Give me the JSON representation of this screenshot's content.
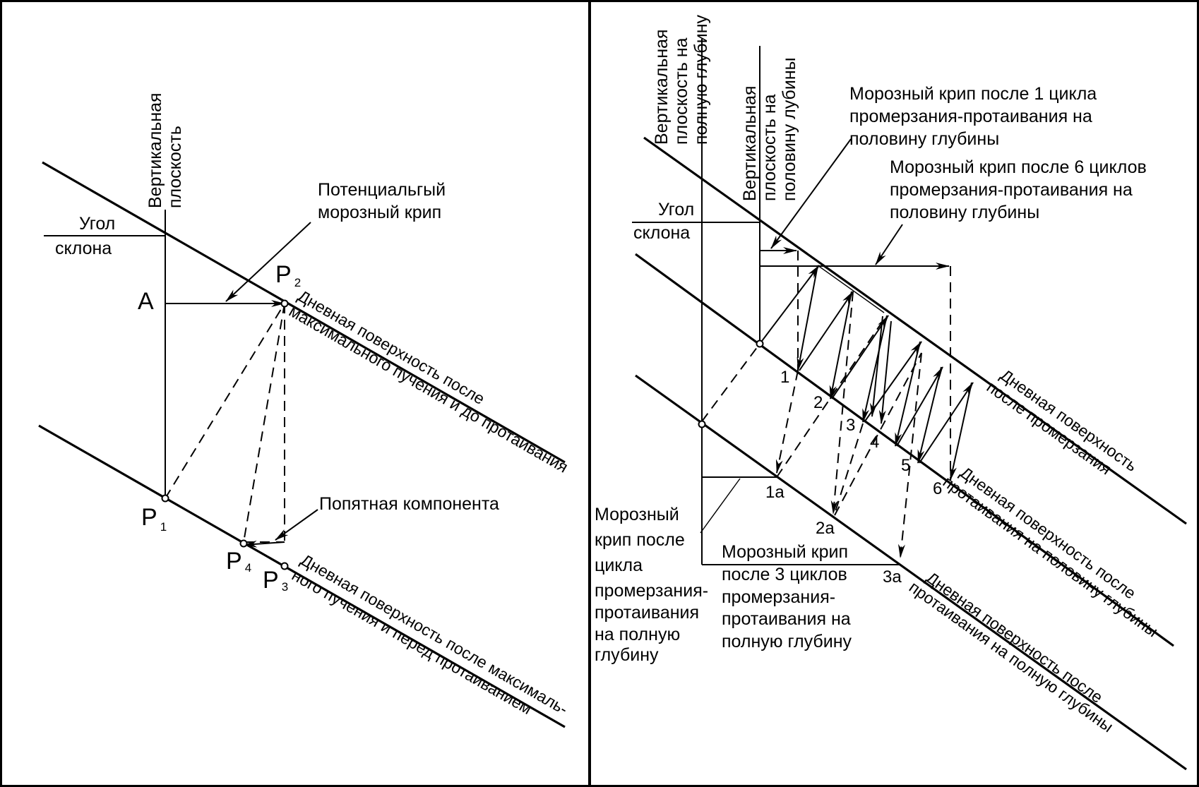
{
  "left": {
    "vertical_plane": [
      "Вертикальная",
      "плоскость"
    ],
    "slope_angle": [
      "Угол",
      "склона"
    ],
    "point_a": "A",
    "potential_creep": [
      "Потенциальгый",
      "морозный крип"
    ],
    "point_p1": {
      "main": "P",
      "sub": "1"
    },
    "point_p2": {
      "main": "P",
      "sub": "2"
    },
    "point_p3": {
      "main": "P",
      "sub": "3"
    },
    "point_p4": {
      "main": "P",
      "sub": "4"
    },
    "retrograde_component": "Попятная компонента",
    "upper_surface": [
      "Дневная поверхность после",
      "максимального пучения и до протаивания"
    ],
    "lower_surface": [
      "Дневная поверхность после максималь-",
      "ного пучения и перед протаиванием"
    ]
  },
  "right": {
    "vertical_full": [
      "Вертикальная",
      "плоскость на",
      "полную глубину"
    ],
    "vertical_half": [
      "Вертикальная",
      "плоскость на",
      "половину лубины"
    ],
    "slope_angle": [
      "Угол",
      "склона"
    ],
    "creep_1_half": [
      "Морозный крип после 1 цикла",
      "промерзания-протаивания на",
      "половину глубины"
    ],
    "creep_6_half": [
      "Морозный крип после 6 циклов",
      "промерзания-протаивания на",
      "половину глубины"
    ],
    "creep_1_full": [
      "Морозный",
      "крип после",
      "цикла",
      "промерзания-",
      "протаивания",
      "на полную",
      " глубину"
    ],
    "creep_3_full": [
      "Морозный крип",
      "после 3 циклов",
      "промерзания-",
      "протаивания на",
      "полную глубину"
    ],
    "cycle_numbers": [
      "1",
      "2",
      "3",
      "4",
      "5",
      "6"
    ],
    "full_labels": [
      "1а",
      "2а",
      "3а"
    ],
    "surface_freeze": [
      "Дневная поверхность",
      "после промерзания"
    ],
    "surface_thaw_half": [
      "Дневная поверхность после",
      "протаивания на половину глубины"
    ],
    "surface_thaw_full": [
      "Дневная поверхность после",
      "протаивания на полную  глубины"
    ]
  }
}
